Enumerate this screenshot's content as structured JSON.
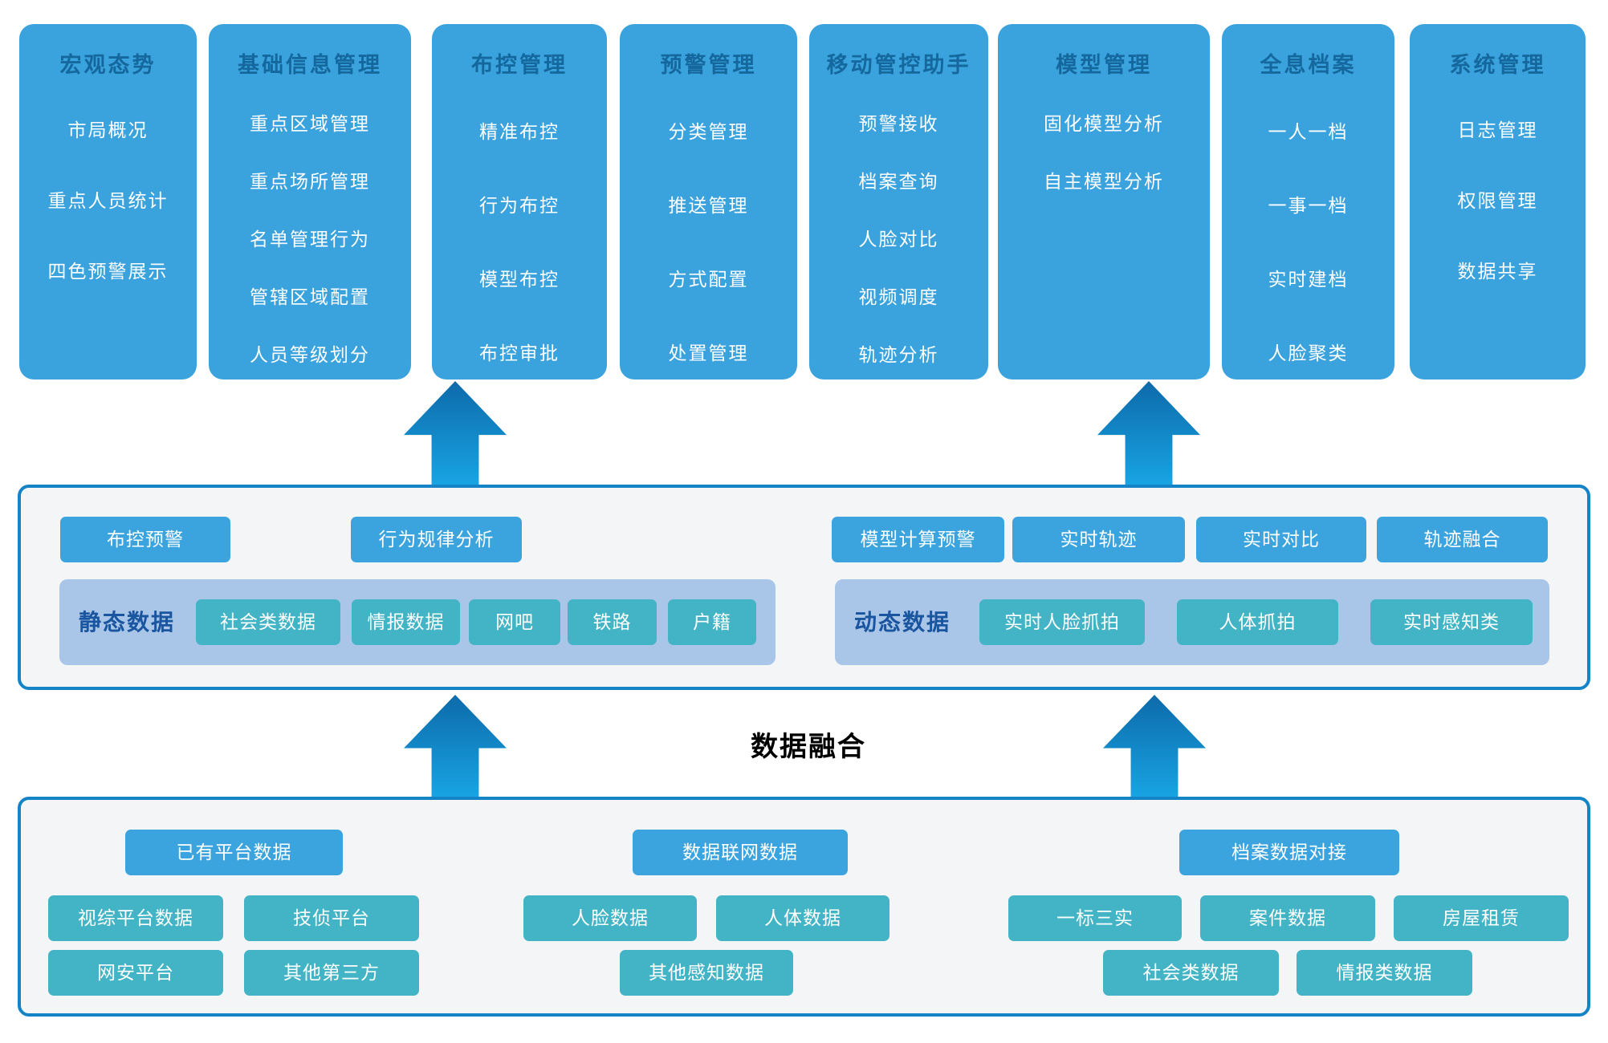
{
  "app_columns": [
    {
      "title": "宏观态势",
      "items": [
        "市局概况",
        "重点人员统计",
        "四色预警展示"
      ]
    },
    {
      "title": "基础信息管理",
      "items": [
        "重点区域管理",
        "重点场所管理",
        "名单管理行为",
        "管辖区域配置",
        "人员等级划分"
      ]
    },
    {
      "title": "布控管理",
      "items": [
        "精准布控",
        "行为布控",
        "模型布控",
        "布控审批"
      ]
    },
    {
      "title": "预警管理",
      "items": [
        "分类管理",
        "推送管理",
        "方式配置",
        "处置管理"
      ]
    },
    {
      "title": "移动管控助手",
      "items": [
        "预警接收",
        "档案查询",
        "人脸对比",
        "视频调度",
        "轨迹分析"
      ]
    },
    {
      "title": "模型管理",
      "items": [
        "固化模型分析",
        "自主模型分析"
      ]
    },
    {
      "title": "全息档案",
      "items": [
        "一人一档",
        "一事一档",
        "实时建档",
        "人脸聚类"
      ]
    },
    {
      "title": "系统管理",
      "items": [
        "日志管理",
        "权限管理",
        "数据共享"
      ]
    }
  ],
  "middle": {
    "buttons_left": [
      "布控预警",
      "行为规律分析"
    ],
    "buttons_right": [
      "模型计算预警",
      "实时轨迹",
      "实时对比",
      "轨迹融合"
    ],
    "static_group": {
      "label": "静态数据",
      "items": [
        "社会类数据",
        "情报数据",
        "网吧",
        "铁路",
        "户籍"
      ]
    },
    "dynamic_group": {
      "label": "动态数据",
      "items": [
        "实时人脸抓拍",
        "人体抓拍",
        "实时感知类"
      ]
    }
  },
  "fusion_label": "数据融合",
  "bottom": {
    "headers": [
      "已有平台数据",
      "数据联网数据",
      "档案数据对接"
    ],
    "row1": [
      "视综平台数据",
      "技侦平台",
      "人脸数据",
      "人体数据",
      "一标三实",
      "案件数据",
      "房屋租赁"
    ],
    "row2": [
      "网安平台",
      "其他第三方",
      "其他感知数据",
      "社会类数据",
      "情报类数据"
    ]
  },
  "colors": {
    "module_blue": "#3aa2dc",
    "module_title": "#15689e",
    "button_blue": "#3ba4de",
    "button_teal": "#42b4c5",
    "band_background": "#a9c6e8",
    "band_label": "#1a55a0",
    "panel_background": "#f4f5f7",
    "panel_border": "#1484c7",
    "arrow_gradient_top": "#0d6aaa",
    "arrow_gradient_bottom": "#18a4e3"
  }
}
